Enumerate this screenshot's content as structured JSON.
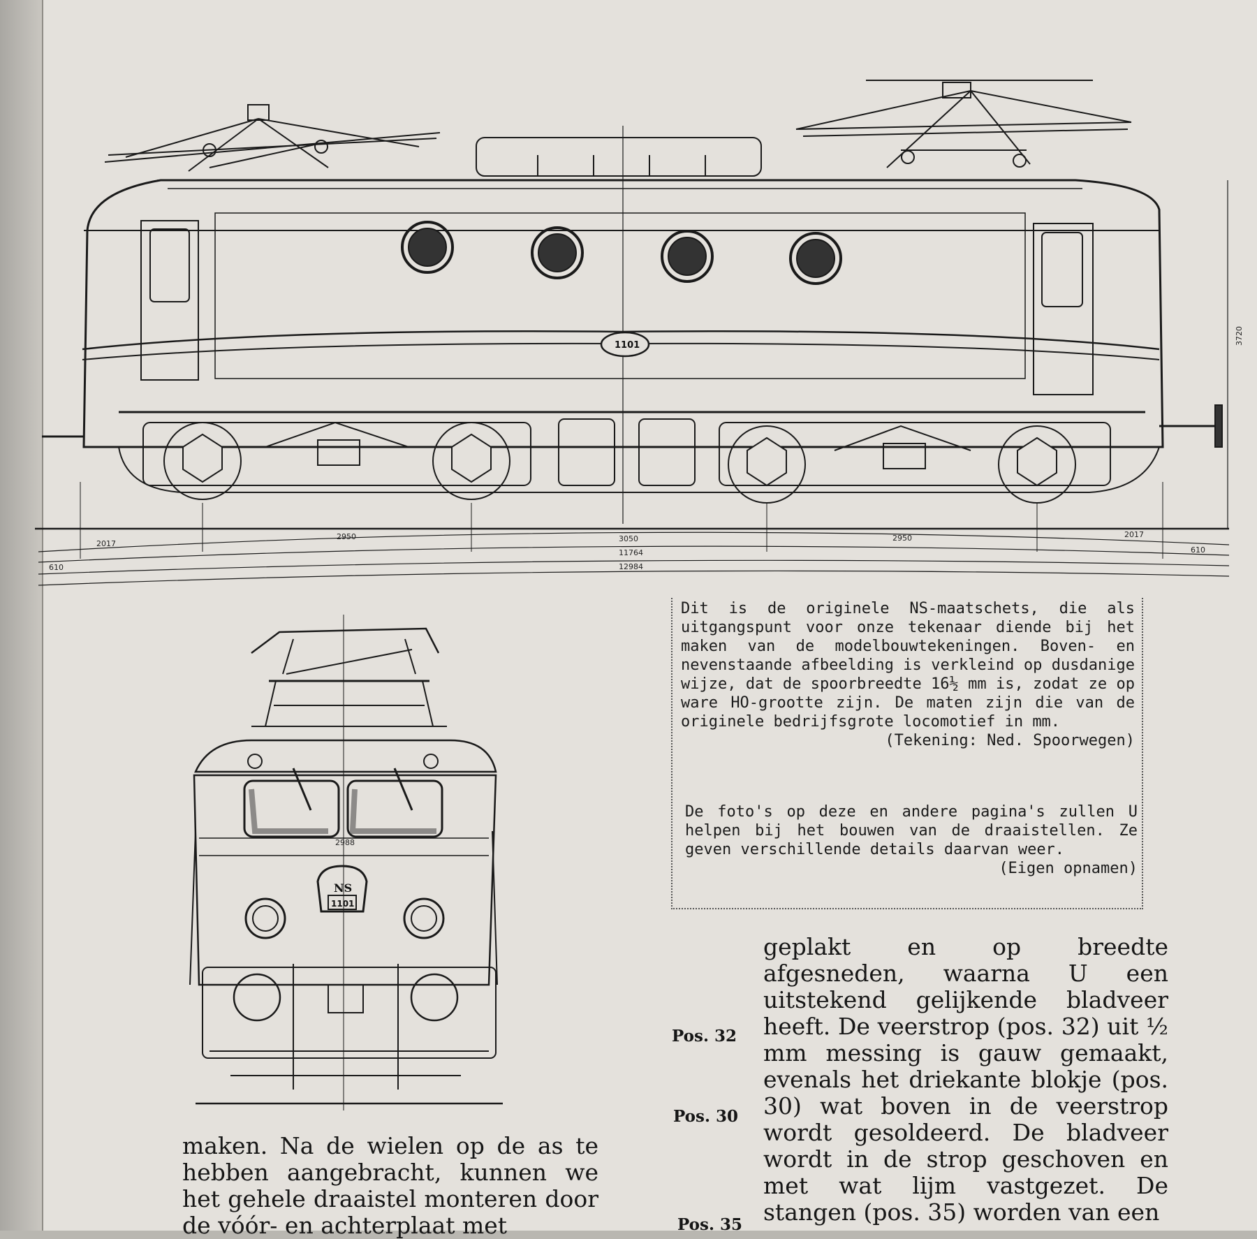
{
  "drawing": {
    "loco_number": "1101",
    "front_plate": {
      "logo": "NS",
      "number": "1101"
    },
    "front_width_dim": "2988",
    "side_height_dim": "3720",
    "dims_row1": [
      "2017",
      "2950",
      "3050",
      "2950",
      "2017"
    ],
    "dim_total_axles": "11764",
    "dim_total_length": "12984",
    "dim_left_overhang": "610",
    "dim_right_overhang": "610"
  },
  "caption": {
    "paragraph1": "Dit is de originele NS-maatschets, die als uitgangspunt voor onze tekenaar diende bij het maken van de modelbouwtekeningen. Boven- en nevenstaande afbeelding is verkleind op dusdanige wijze, dat de spoorbreedte 16½ mm is, zodat ze op ware HO-grootte zijn. De maten zijn die van de originele bedrijfsgrote locomotief in mm.",
    "credit1": "(Tekening: Ned. Spoorwegen)",
    "paragraph2": "De foto's op deze en andere pagina's zullen U helpen bij het bouwen van de draaistellen. Ze geven verschillende details daarvan weer.",
    "credit2": "(Eigen opnamen)"
  },
  "body": {
    "left_column": "maken. Na de wielen op de as te hebben aangebracht, kunnen we het gehele draaistel monteren door de vóór- en achterplaat met",
    "right_column": "geplakt en op breedte afgesneden, waarna U een uitstekend gelijkende bladveer heeft. De veerstrop (pos. 32) uit ½ mm messing is gauw gemaakt, evenals het driekante blokje (pos. 30) wat boven in de veerstrop wordt gesoldeerd. De bladveer wordt in de strop geschoven en met wat lijm vastgezet. De stangen (pos. 35) worden van een"
  },
  "margin_labels": [
    "Pos. 32",
    "Pos. 30",
    "Pos. 35"
  ]
}
